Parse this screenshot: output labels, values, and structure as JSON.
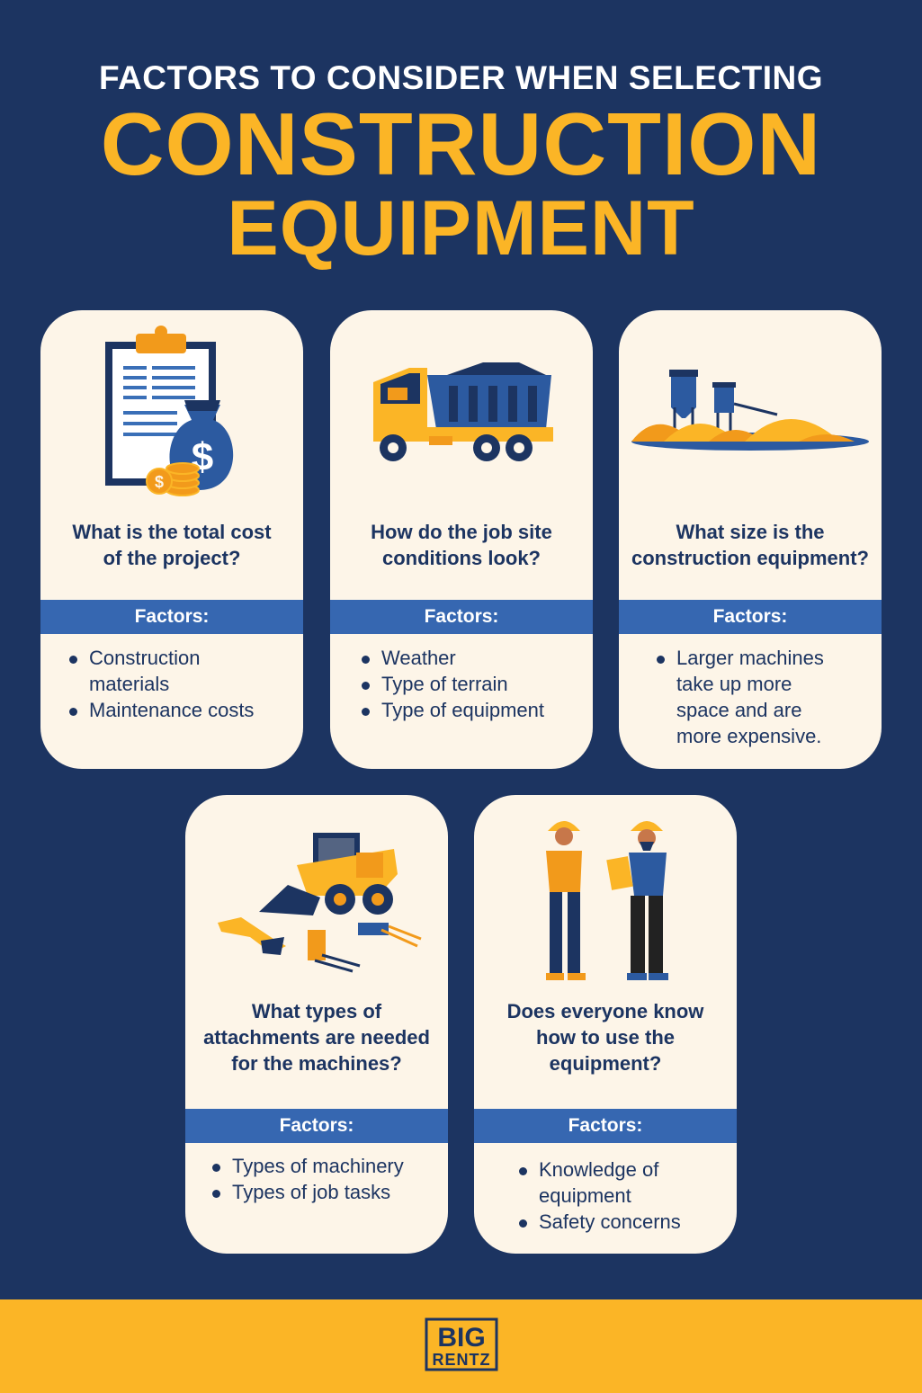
{
  "header": {
    "subtitle": "FACTORS TO CONSIDER WHEN SELECTING",
    "title_line1": "CONSTRUCTION",
    "title_line2": "EQUIPMENT"
  },
  "colors": {
    "background": "#1c3461",
    "accent": "#fbb526",
    "card": "#fdf5e8",
    "factors_bar": "#3667b1"
  },
  "cards": [
    {
      "icon": "clipboard-money-bag-icon",
      "question_lines": [
        "What is the total cost",
        "of the project?"
      ],
      "factors_label": "Factors:",
      "items": [
        [
          "Construction",
          "materials"
        ],
        [
          "Maintenance costs"
        ]
      ]
    },
    {
      "icon": "dump-truck-icon",
      "question_lines": [
        "How do the job site",
        "conditions look?"
      ],
      "factors_label": "Factors:",
      "items": [
        [
          "Weather"
        ],
        [
          "Type of terrain"
        ],
        [
          "Type of equipment"
        ]
      ]
    },
    {
      "icon": "silos-sand-piles-icon",
      "question_lines": [
        "What size is the",
        "construction equipment?"
      ],
      "factors_label": "Factors:",
      "items": [
        [
          "Larger machines",
          "take up more",
          "space and are",
          "more expensive."
        ]
      ]
    },
    {
      "icon": "skid-steer-attachments-icon",
      "question_lines": [
        "What types of",
        "attachments are needed",
        "for the machines?"
      ],
      "factors_label": "Factors:",
      "items": [
        [
          "Types of machinery"
        ],
        [
          "Types of job tasks"
        ]
      ]
    },
    {
      "icon": "workers-icon",
      "question_lines": [
        "Does everyone know",
        "how to use the",
        "equipment?"
      ],
      "factors_label": "Factors:",
      "items": [
        [
          "Knowledge of",
          "equipment"
        ],
        [
          "Safety concerns"
        ]
      ]
    }
  ],
  "footer": {
    "logo_line1": "BIG",
    "logo_line2": "RENTZ"
  }
}
